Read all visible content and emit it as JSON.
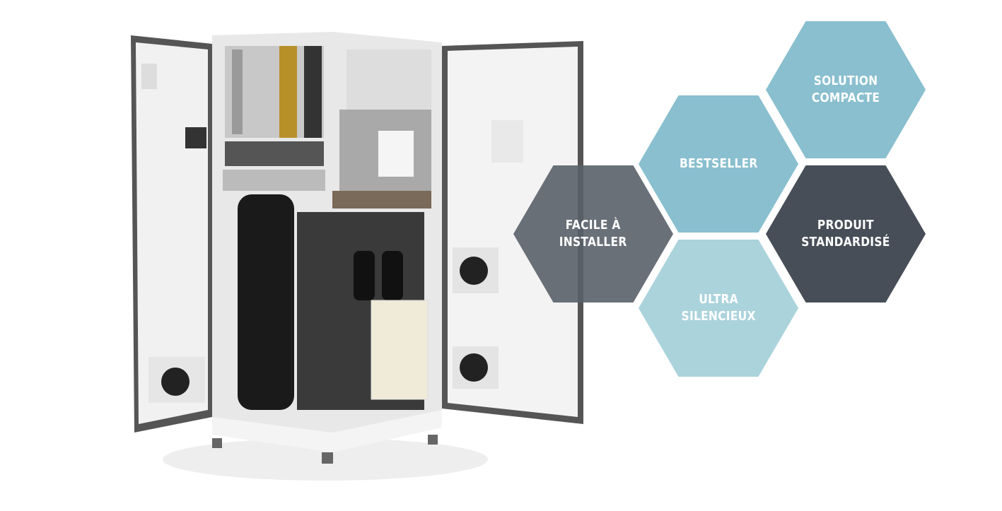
{
  "product": {
    "name_icon": "heat-pump-cabinet-image"
  },
  "features": [
    {
      "label": "SOLUTION\nCOMPACTE",
      "color": "#89bfcf"
    },
    {
      "label": "BESTSELLER",
      "color": "#89bfcf"
    },
    {
      "label": "FACILE À\nINSTALLER",
      "color": "#6a6f77"
    },
    {
      "label": "PRODUIT\nSTANDARDISÉ",
      "color": "#474e57"
    },
    {
      "label": "ULTRA\nSILENCIEUX",
      "color": "#abd3dc"
    }
  ]
}
